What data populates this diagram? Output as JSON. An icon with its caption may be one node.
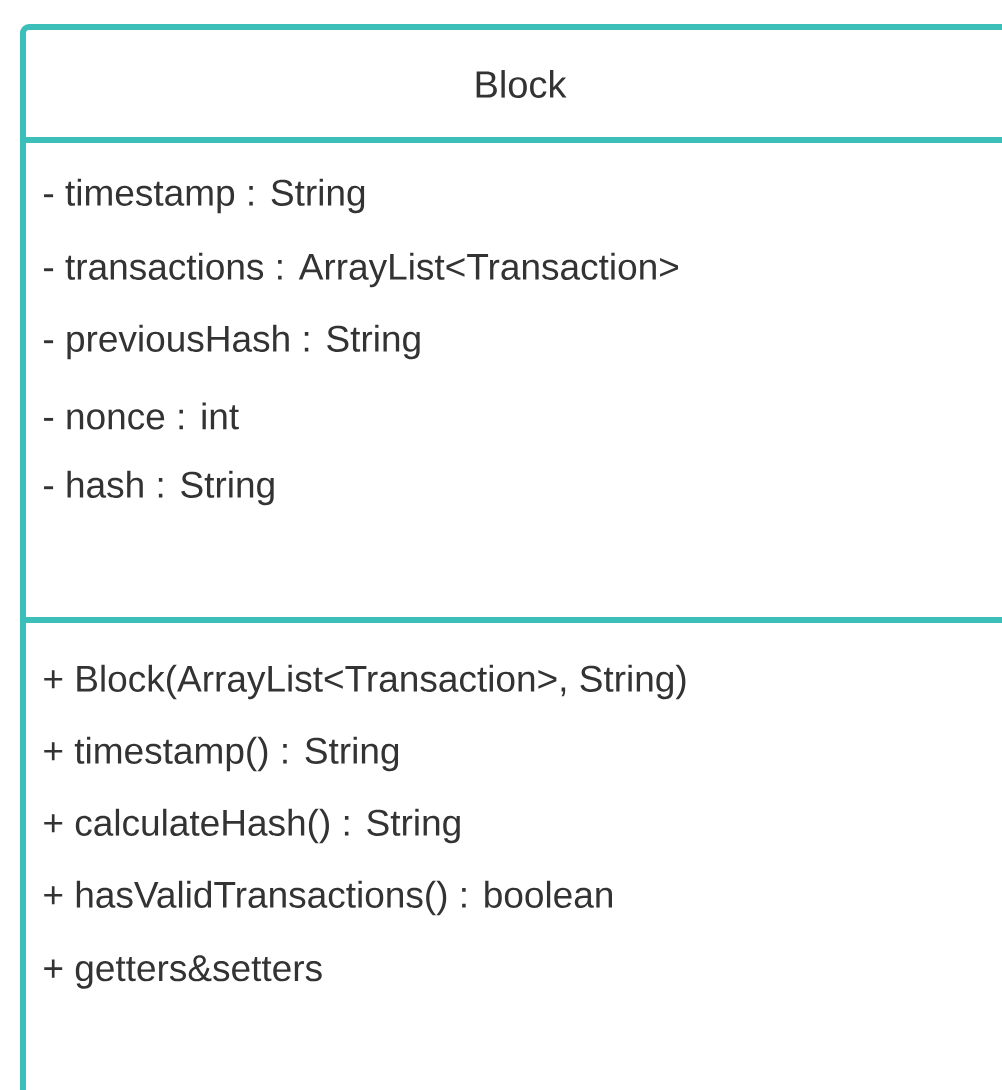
{
  "diagram": {
    "nodes": [
      {
        "text": [
          "Block",
          "- timestamp : String",
          "- transactions : ArrayList<Transaction>",
          "- previousHash : String",
          "- nonce : int",
          "- hash : String",
          "+ Block(ArrayList<Transaction>,  String)",
          "+ timestamp() : String",
          "+ calculateHash() : String",
          "+ hasValidTransactions()  : boolean",
          "+ getters&setters"
        ]
      }
    ]
  }
}
